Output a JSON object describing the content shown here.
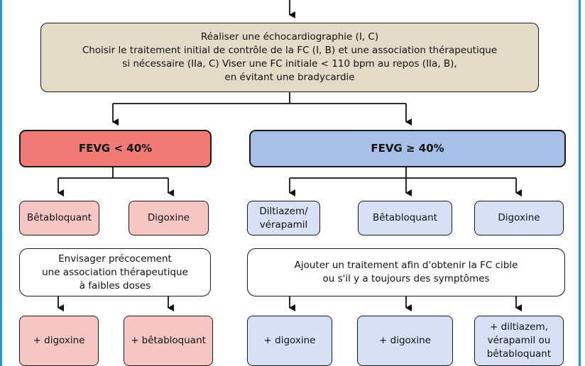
{
  "flow": {
    "main_box": [
      "Réaliser une échocardiographie (I, C)",
      "Choisir le traitement initial de contrôle de la FC (I, B) et une association thérapeutique",
      "si nécessaire (IIa, C) Viser une FC initiale < 110 bpm au repos (IIa, B),",
      "en évitant une bradycardie"
    ],
    "left": {
      "header": "FEVG < 40%",
      "drugs": [
        "Bêtabloquant",
        "Digoxine"
      ],
      "note": [
        "Envisager précocement",
        "une association thérapeutique",
        "à faibles doses"
      ],
      "results": [
        "+ digoxine",
        "+ bêtabloquant"
      ]
    },
    "right": {
      "header": "FEVG ≥ 40%",
      "drugs": [
        [
          "Diltiazem/",
          "vérapamil"
        ],
        "Bêtabloquant",
        "Digoxine"
      ],
      "note": [
        "Ajouter un traitement afin d'obtenir la FC cible",
        "ou s'il y a toujours des symptômes"
      ],
      "results": [
        "+ digoxine",
        "+ digoxine",
        [
          "+ diltiazem,",
          "vérapamil ou",
          "bêtabloquant"
        ]
      ]
    },
    "colors": {
      "frame": "#1e9ad6",
      "main_fill": "#e3dbc8",
      "red_header": "#ef7a76",
      "blue_header": "#a8c0e8",
      "pink_fill": "#f6c6c4",
      "light_blue_fill": "#d7e0f4"
    }
  }
}
